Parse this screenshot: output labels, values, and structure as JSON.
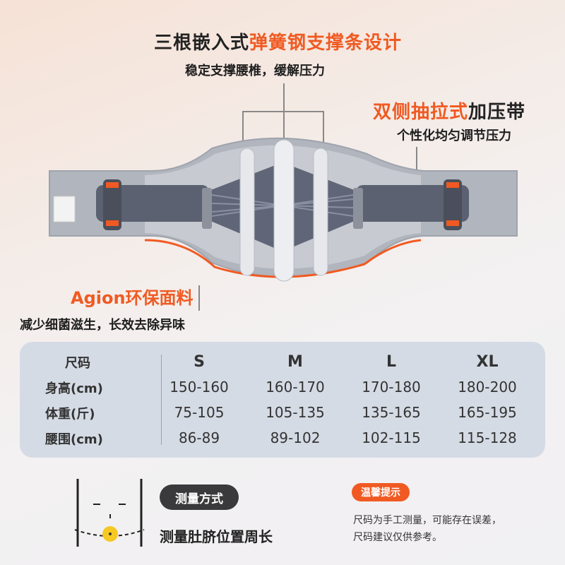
{
  "features": {
    "spring_title_black": "三根嵌入式",
    "spring_title_orange": "弹簧钢支撑条设计",
    "spring_sub": "稳定支撑腰椎，缓解压力",
    "pull_title_orange": "双侧抽拉式",
    "pull_title_black": "加压带",
    "pull_sub": "个性化均匀调节压力",
    "fabric_title": "Agion环保面料",
    "fabric_sub": "减少细菌滋生，长效去除异味"
  },
  "size_table": {
    "row_headers": [
      "尺码",
      "身高(cm)",
      "体重(斤)",
      "腰围(cm)"
    ],
    "sizes": [
      "S",
      "M",
      "L",
      "XL"
    ],
    "height": [
      "150-160",
      "160-170",
      "170-180",
      "180-200"
    ],
    "weight": [
      "75-105",
      "105-135",
      "135-165",
      "165-195"
    ],
    "waist": [
      "86-89",
      "89-102",
      "102-115",
      "115-128"
    ]
  },
  "measure": {
    "method_label": "测量方式",
    "method_text": "测量肚脐位置周长"
  },
  "notice": {
    "label": "温馨提示",
    "line1": "尺码为手工测量，可能存在误差，",
    "line2": "尺码建议仅供参考。"
  },
  "colors": {
    "accent": "#f05a22",
    "table_bg": "#d5dbe5",
    "belt_gray": "#a9adb6",
    "strap_dark": "#5b6170"
  }
}
